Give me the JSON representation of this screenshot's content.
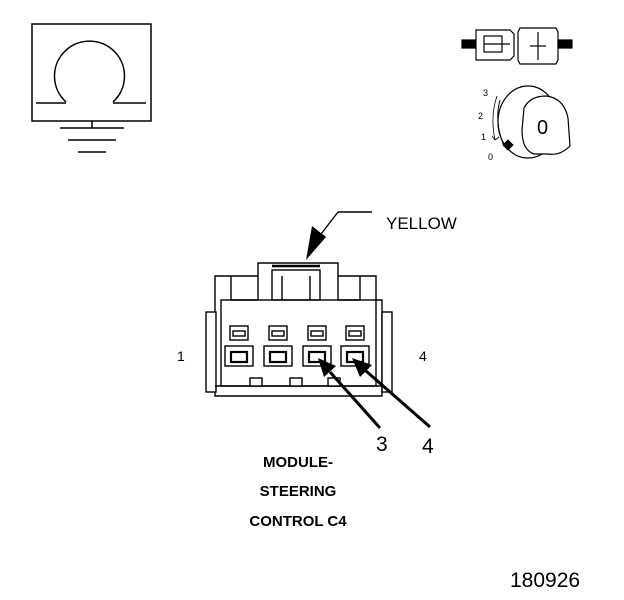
{
  "connector": {
    "color_label": "YELLOW",
    "pin_left_label": "1",
    "pin_right_label": "4",
    "callout_pin_3": "3",
    "callout_pin_4": "4"
  },
  "title": {
    "line1": "MODULE-",
    "line2": "STEERING",
    "line3": "CONTROL C4"
  },
  "figure_number": "180926",
  "ignition_key": {
    "positions": [
      "3",
      "2",
      "1",
      "0"
    ],
    "key_label": "0"
  },
  "icons": [
    "ground-symbol-icon",
    "connector-plug-icon",
    "ignition-key-icon"
  ]
}
